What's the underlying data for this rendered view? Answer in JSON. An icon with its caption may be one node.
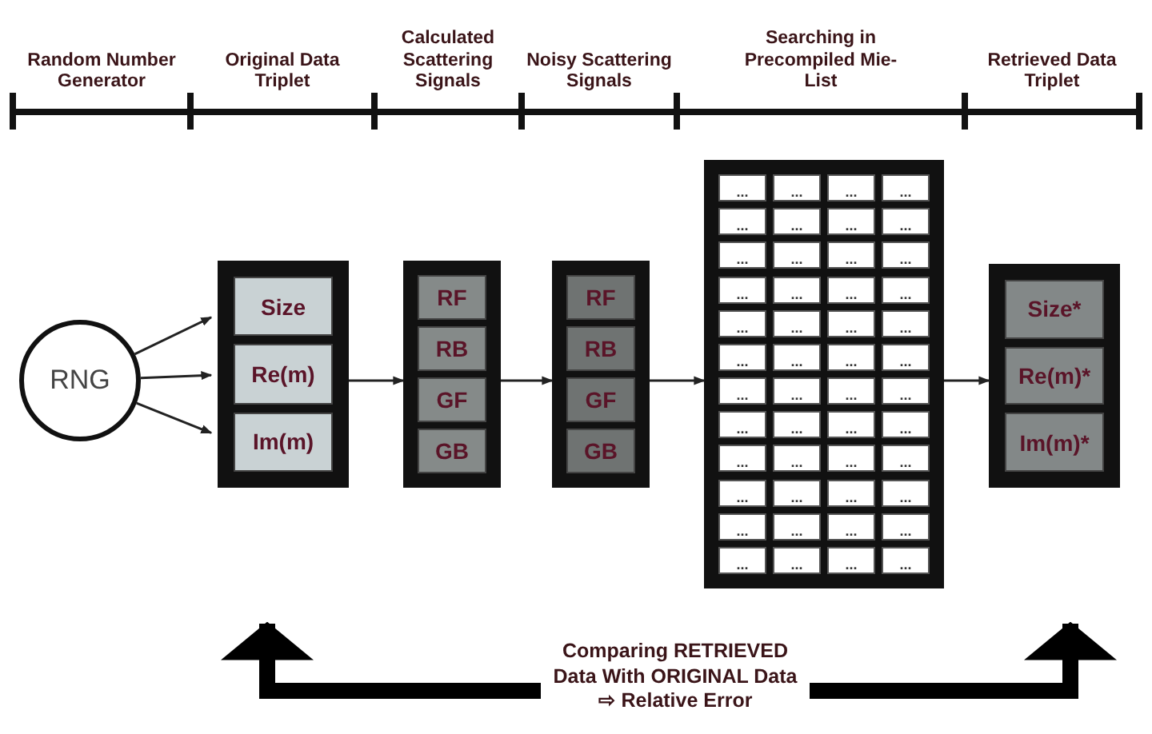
{
  "diagram": {
    "nodes": [
      {
        "text": [
          "RNG"
        ]
      },
      {
        "text": [],
        "shape": "box"
      },
      {
        "text": [
          "Size"
        ],
        "in": 1
      },
      {
        "text": [
          "Re(m)"
        ],
        "in": 1
      },
      {
        "text": [
          "Im(m)"
        ],
        "in": 1
      },
      {
        "text": [],
        "shape": "box"
      },
      {
        "text": [
          "RF"
        ],
        "in": 5
      },
      {
        "text": [
          "RB"
        ],
        "in": 5
      },
      {
        "text": [
          "GF"
        ],
        "in": 5
      },
      {
        "text": [
          "GB"
        ],
        "in": 5
      },
      {
        "text": [],
        "shape": "box"
      },
      {
        "text": [
          "RF"
        ],
        "in": 10
      },
      {
        "text": [
          "RB"
        ],
        "in": 10
      },
      {
        "text": [
          "GF"
        ],
        "in": 10
      },
      {
        "text": [
          "GB"
        ],
        "in": 10
      },
      {
        "text": [],
        "shape": "box"
      },
      {
        "text": [
          "..."
        ],
        "in": 15
      },
      {
        "text": [
          "..."
        ],
        "in": 15
      },
      {
        "text": [
          "..."
        ],
        "in": 15
      },
      {
        "text": [
          "..."
        ],
        "in": 15
      },
      {
        "text": [
          "..."
        ],
        "in": 15
      },
      {
        "text": [
          "..."
        ],
        "in": 15
      },
      {
        "text": [
          "..."
        ],
        "in": 15
      },
      {
        "text": [
          "..."
        ],
        "in": 15
      },
      {
        "text": [
          "..."
        ],
        "in": 15
      },
      {
        "text": [
          "..."
        ],
        "in": 15
      },
      {
        "text": [
          "..."
        ],
        "in": 15
      },
      {
        "text": [
          "..."
        ],
        "in": 15
      },
      {
        "text": [
          "..."
        ],
        "in": 15
      },
      {
        "text": [
          "..."
        ],
        "in": 15
      },
      {
        "text": [
          "..."
        ],
        "in": 15
      },
      {
        "text": [
          "..."
        ],
        "in": 15
      },
      {
        "text": [
          "..."
        ],
        "in": 15
      },
      {
        "text": [
          "..."
        ],
        "in": 15
      },
      {
        "text": [
          "..."
        ],
        "in": 15
      },
      {
        "text": [
          "..."
        ],
        "in": 15
      },
      {
        "text": [
          "..."
        ],
        "in": 15
      },
      {
        "text": [
          "..."
        ],
        "in": 15
      },
      {
        "text": [
          "..."
        ],
        "in": 15
      },
      {
        "text": [
          "..."
        ],
        "in": 15
      },
      {
        "text": [
          "..."
        ],
        "in": 15
      },
      {
        "text": [
          "..."
        ],
        "in": 15
      },
      {
        "text": [
          "..."
        ],
        "in": 15
      },
      {
        "text": [
          "..."
        ],
        "in": 15
      },
      {
        "text": [
          "..."
        ],
        "in": 15
      },
      {
        "text": [
          "..."
        ],
        "in": 15
      },
      {
        "text": [
          "..."
        ],
        "in": 15
      },
      {
        "text": [
          "..."
        ],
        "in": 15
      },
      {
        "text": [
          "..."
        ],
        "in": 15
      },
      {
        "text": [
          "..."
        ],
        "in": 15
      },
      {
        "text": [
          "..."
        ],
        "in": 15
      },
      {
        "text": [
          "..."
        ],
        "in": 15
      },
      {
        "text": [
          "..."
        ],
        "in": 15
      },
      {
        "text": [
          "..."
        ],
        "in": 15
      },
      {
        "text": [
          "..."
        ],
        "in": 15
      },
      {
        "text": [
          "..."
        ],
        "in": 15
      },
      {
        "text": [
          "..."
        ],
        "in": 15
      },
      {
        "text": [
          "..."
        ],
        "in": 15
      },
      {
        "text": [
          "..."
        ],
        "in": 15
      },
      {
        "text": [
          "..."
        ],
        "in": 15
      },
      {
        "text": [
          "..."
        ],
        "in": 15
      },
      {
        "text": [
          "..."
        ],
        "in": 15
      },
      {
        "text": [
          "..."
        ],
        "in": 15
      },
      {
        "text": [
          "..."
        ],
        "in": 15
      },
      {
        "text": [],
        "shape": "box"
      },
      {
        "text": [
          "Size*"
        ],
        "in": 64
      },
      {
        "text": [
          "Re(m)*"
        ],
        "in": 64
      },
      {
        "text": [
          "Im(m)*"
        ],
        "in": 64
      }
    ],
    "edges": [
      {
        "from": 0,
        "to": 2,
        "arrow": "to"
      },
      {
        "from": 0,
        "to": 3,
        "arrow": "to"
      },
      {
        "from": 0,
        "to": 4,
        "arrow": "to"
      },
      {
        "from": 1,
        "to": 5,
        "arrow": "to"
      },
      {
        "from": 5,
        "to": 10,
        "arrow": "to"
      },
      {
        "from": 10,
        "to": 15,
        "arrow": "to"
      },
      {
        "from": 15,
        "to": 64,
        "arrow": "to"
      },
      {
        "from": 64,
        "to": 1,
        "arrow": "both",
        "style": "thick",
        "label": "Comparing RETRIEVED Data With ORIGINAL Data ⇨ Relative Error"
      }
    ],
    "labels": [
      "Random Number Generator",
      "Original Data Triplet",
      "Calculated Scattering Signals",
      "Noisy Scattering Signals",
      "Searching in Precompiled Mie-List",
      "Retrieved Data Triplet"
    ]
  }
}
